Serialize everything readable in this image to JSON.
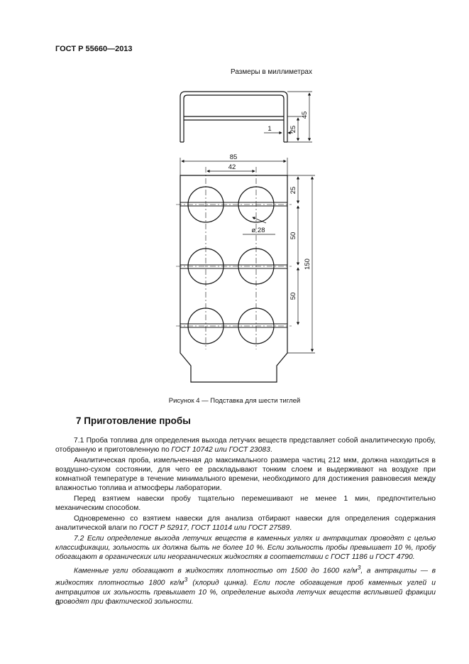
{
  "header": {
    "doc_code": "ГОСТ Р 55660—2013"
  },
  "figure": {
    "units_note": "Размеры в миллиметрах",
    "dims": {
      "side_height": "45",
      "side_thickness": "1",
      "side_bottom": "25",
      "width_total": "85",
      "hole_spacing": "42",
      "diameter": "ø 28",
      "top_offset": "25",
      "row_pitch_1": "50",
      "row_pitch_2": "50",
      "length_total": "150"
    },
    "caption": "Рисунок 4 — Подставка для шести тиглей"
  },
  "section": {
    "title": "7 Приготовление пробы"
  },
  "paragraphs": {
    "p1a": "7.1 Проба топлива для определения выхода летучих веществ представляет собой аналитическую пробу, отобранную и приготовленную по ",
    "p1b": "ГОСТ 10742 или ГОСТ 23083",
    "p1c": ".",
    "p2": "Аналитическая проба, измельченная до максимального размера частиц 212 мкм, должна находиться в воздушно-сухом состоянии, для чего ее раскладывают тонким слоем и выдерживают на воздухе при комнатной температуре в течение минимального времени, необходимого для достижения равновесия между влажностью топлива и атмосферы лаборатории.",
    "p3": "Перед взятием навески пробу тщательно перемешивают не менее 1 мин, предпочтительно механическим способом.",
    "p4a": "Одновременно со взятием навески для анализа отбирают навески для определения содержания аналитической влаги по ",
    "p4b": "ГОСТ Р 52917, ГОСТ 11014 или ГОСТ 27589",
    "p4c": ".",
    "p5": "7.2 Если определение выхода летучих веществ в каменных углях и антрацитах проводят с целью классификации, зольность их должна быть не более 10 %. Если зольность пробы превышает 10 %, пробу обогащают в органических или неорганических жидкостях в соответствии с ГОСТ 1186 и ГОСТ 4790.",
    "p6a": "Каменные угли обогащают в жидкостях плотностью от 1500 до 1600 кг/м",
    "p6b": "3",
    "p6c": ", а антрациты — в жидкостях плотностью 1800 кг/м",
    "p6d": "3",
    "p6e": " (хлорид цинка). Если после обогащения проб каменных углей и антрацитов их зольность превышает 10 %, определение выхода летучих веществ всплывшей фракции проводят при фактической зольности."
  },
  "footer": {
    "page_number": "6"
  }
}
